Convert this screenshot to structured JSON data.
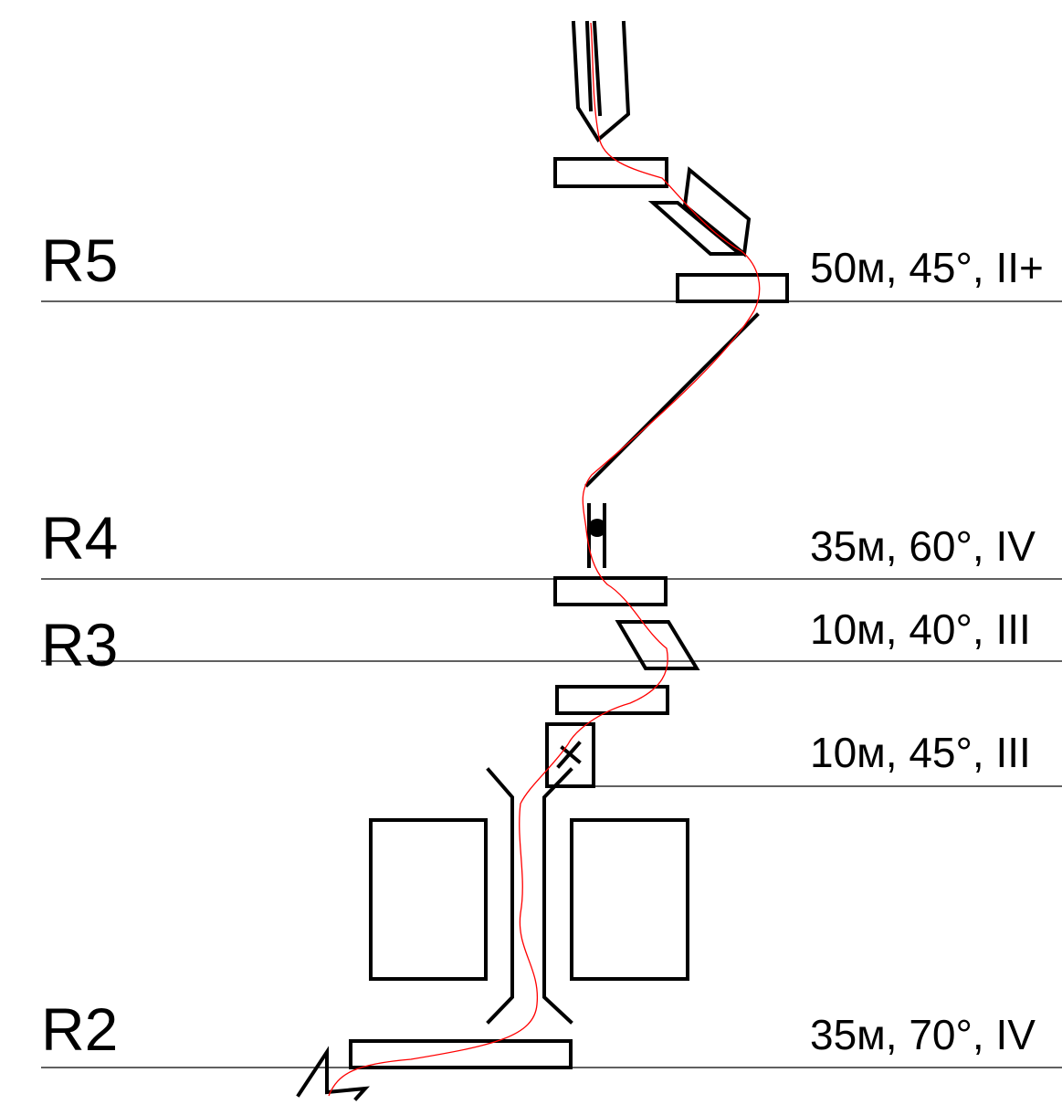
{
  "diagram": {
    "sections": [
      {
        "id": "R5",
        "label": "R5",
        "info": "50м, 45°, II+"
      },
      {
        "id": "R4",
        "label": "R4",
        "info": "35м, 60°, IV"
      },
      {
        "id": "R3",
        "label": "R3",
        "info": "10м, 40°, III"
      },
      {
        "id": "R3b",
        "label": "",
        "info": "10м, 45°, III"
      },
      {
        "id": "R2",
        "label": "R2",
        "info": "35м, 70°, IV"
      }
    ],
    "colors": {
      "ink": "#000000",
      "route": "#ff0000",
      "background": "#ffffff"
    }
  }
}
